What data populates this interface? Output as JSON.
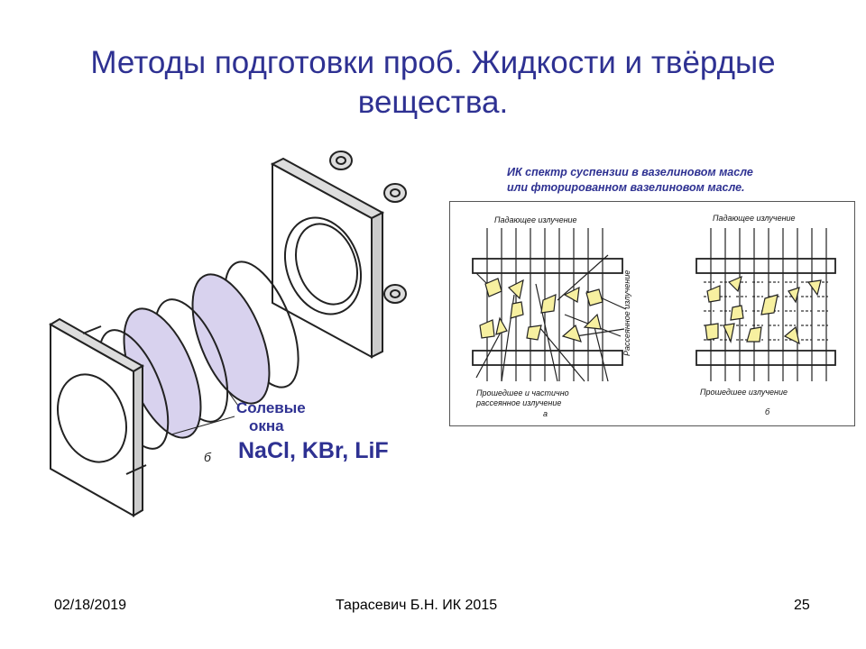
{
  "slide": {
    "title_line1": "Методы подготовки проб. Жидкости и твёрдые",
    "title_line2": "вещества.",
    "caption_line1": "ИК спектр суспензии в вазелиновом масле",
    "caption_line2": "или фторированном вазелиновом масле.",
    "salt_windows_line1": "Солевые",
    "salt_windows_line2": "окна",
    "salts": "NaCl, KBr, LiF",
    "cell_label": "б"
  },
  "diagram": {
    "incident_left": "Падающее излучение",
    "incident_right": "Падающее излучение",
    "scattered_side": "Рассеянное излучение",
    "transmitted_left_line1": "Прошедшее и частично",
    "transmitted_left_line2": "рассеянное излучение",
    "label_a": "а",
    "transmitted_right": "Прошедшее излучение",
    "label_b": "б"
  },
  "footer": {
    "date": "02/18/2019",
    "author": "Тарасевич Б.Н.  ИК 2015",
    "page": "25"
  },
  "colors": {
    "title": "#2e3192",
    "crystal_fill": "#f7f0a0",
    "window_fill": "#d8d2ee"
  }
}
